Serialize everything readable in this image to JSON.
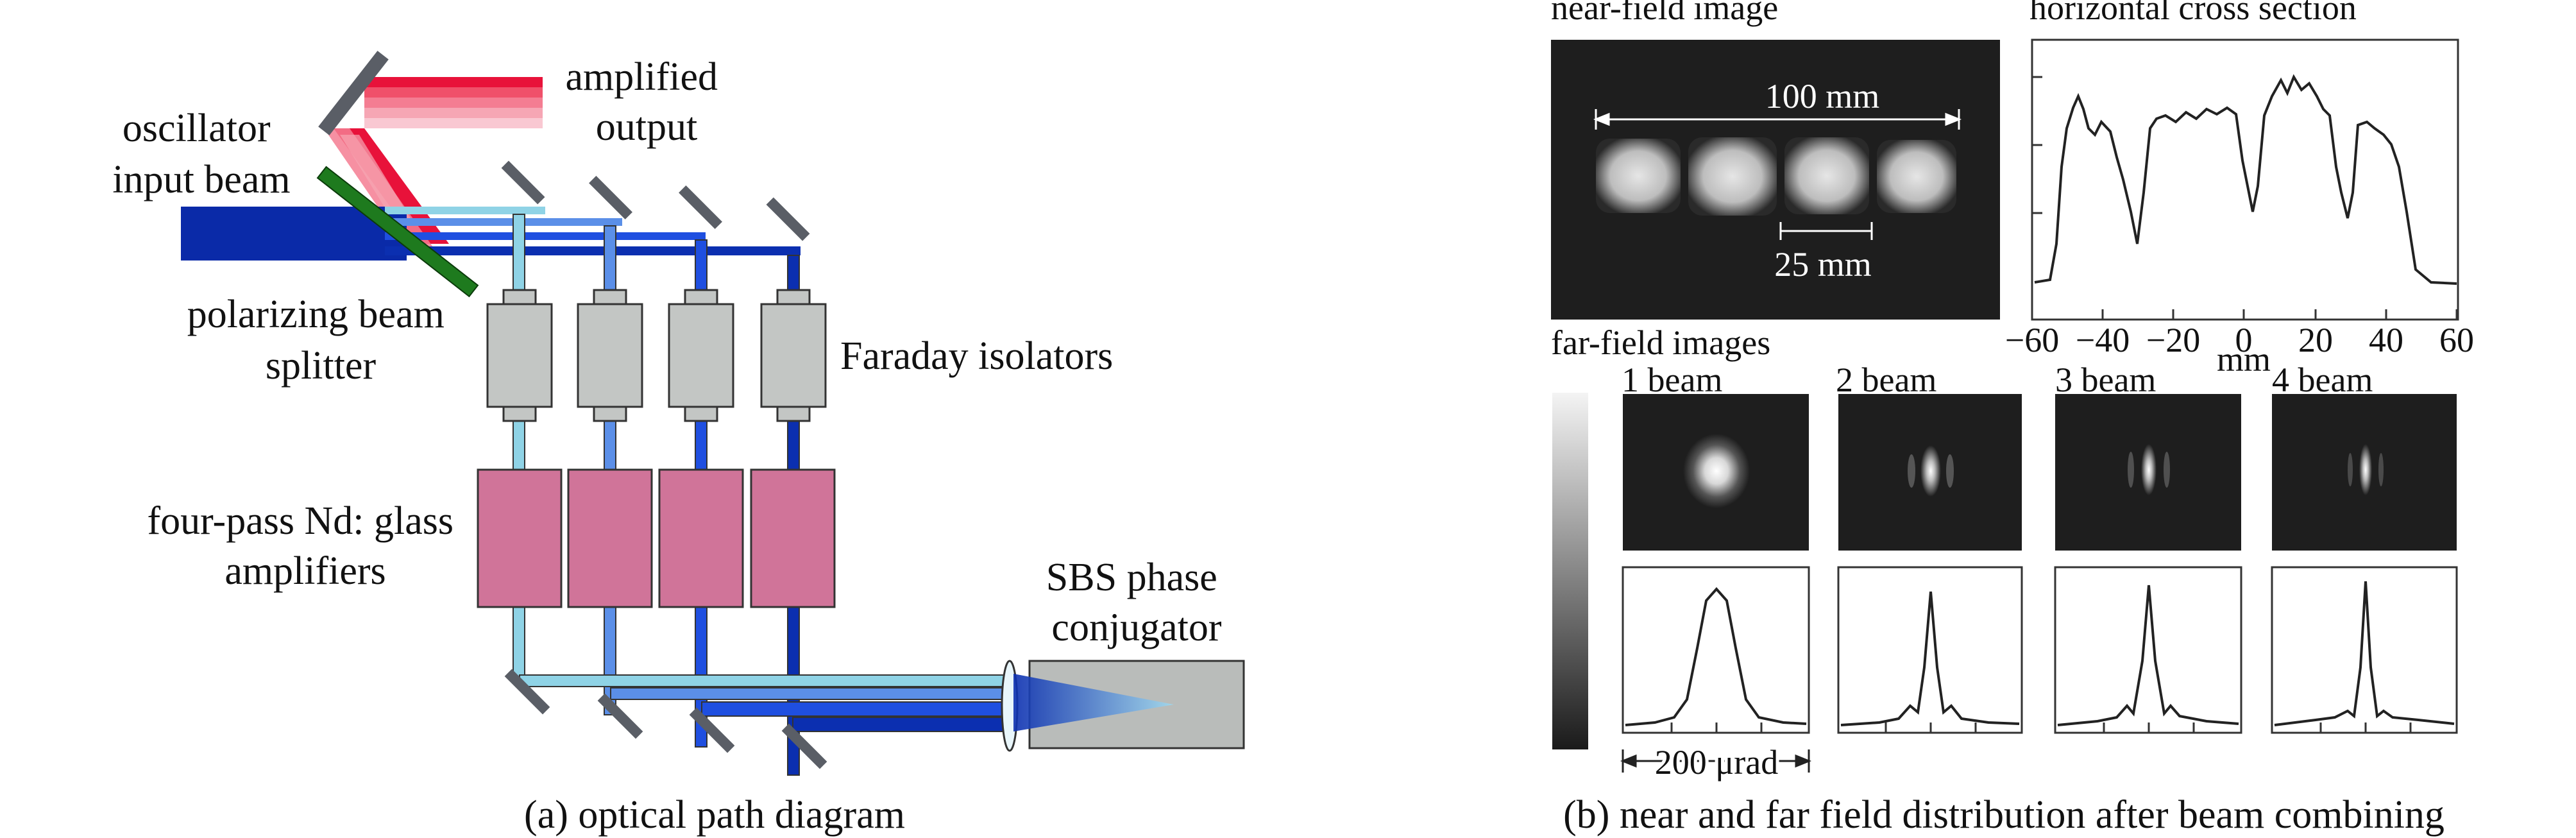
{
  "left_panel": {
    "caption": "(a) optical path diagram",
    "labels": {
      "amplified_output_1": "amplified",
      "amplified_output_2": "output",
      "oscillator_1": "oscillator",
      "oscillator_2": "input beam",
      "pbs_1": "polarizing beam",
      "pbs_2": "splitter",
      "faraday": "Faraday isolators",
      "amp_1": "four-pass Nd: glass",
      "amp_2": "amplifiers",
      "sbs_1": "SBS phase",
      "sbs_2": "conjugator"
    },
    "colors": {
      "beam1": "#8fd3e6",
      "beam2": "#5b8fe8",
      "beam3": "#1f4fe0",
      "beam4": "#0b2fb0",
      "input": "#0a2aa8",
      "amplifier": "#d07499",
      "isolator": "#c3c6c4",
      "mirror": "#5a5e66",
      "splitter": "#1e7a1e",
      "output": [
        "#e8123a",
        "#f0506a",
        "#f47d92",
        "#f6a6b4",
        "#f9c8d2"
      ]
    }
  },
  "right_panel": {
    "caption": "(b) near and far field distribution after beam combining",
    "near_field_title": "near-field image",
    "near_field_width": "100 mm",
    "near_field_segment": "25 mm",
    "cross_section_title": "horizontal cross section",
    "cross_section_ticks": [
      "−60",
      "−40",
      "−20",
      "0",
      "20",
      "40",
      "60"
    ],
    "cross_section_unit": "mm",
    "far_field_title": "far-field images",
    "beams": [
      "1 beam",
      "2 beam",
      "3 beam",
      "4 beam"
    ],
    "scale_label": "200 μrad"
  }
}
